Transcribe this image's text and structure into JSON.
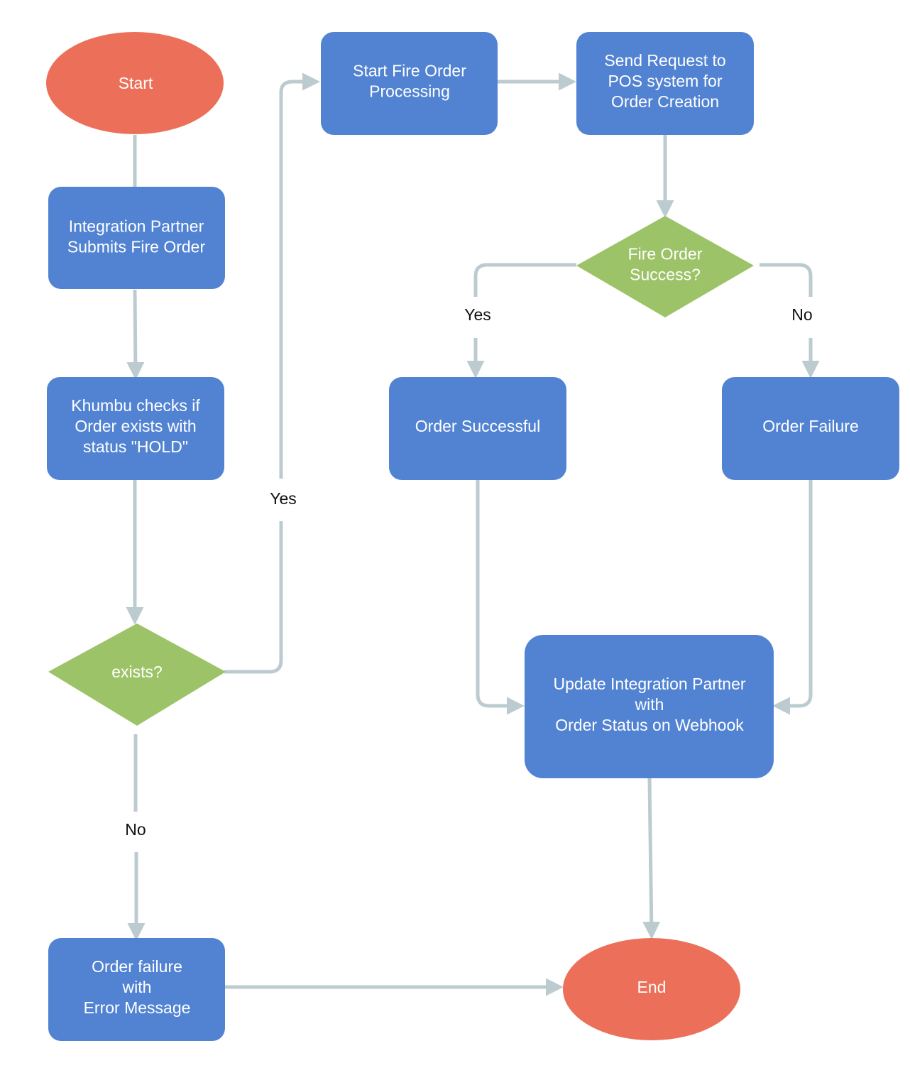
{
  "colors": {
    "process": "#5283d3",
    "terminal": "#ec7059",
    "decision": "#9dc368",
    "connector": "#bccbd0",
    "node_text": "#ffffff",
    "label_text": "#111111"
  },
  "nodes": {
    "start": {
      "lines": [
        "Start"
      ]
    },
    "submit": {
      "lines": [
        "Integration Partner",
        "Submits Fire Order"
      ]
    },
    "check": {
      "lines": [
        "Khumbu checks if",
        "Order exists with",
        "status \"HOLD\""
      ]
    },
    "exists": {
      "lines": [
        "exists?"
      ]
    },
    "start_fire": {
      "lines": [
        "Start Fire Order",
        "Processing"
      ]
    },
    "send_pos": {
      "lines": [
        "Send Request to",
        "POS system for",
        "Order Creation"
      ]
    },
    "fire_success": {
      "lines": [
        "Fire Order",
        "Success?"
      ]
    },
    "order_success": {
      "lines": [
        "Order Successful"
      ]
    },
    "order_failure": {
      "lines": [
        "Order Failure"
      ]
    },
    "update_partner": {
      "lines": [
        "Update Integration Partner",
        "with",
        "Order Status on Webhook"
      ]
    },
    "order_failure_msg": {
      "lines": [
        "Order failure",
        "with",
        "Error Message"
      ]
    },
    "end": {
      "lines": [
        "End"
      ]
    }
  },
  "edge_labels": {
    "exists_yes": "Yes",
    "exists_no": "No",
    "fire_yes": "Yes",
    "fire_no": "No"
  }
}
